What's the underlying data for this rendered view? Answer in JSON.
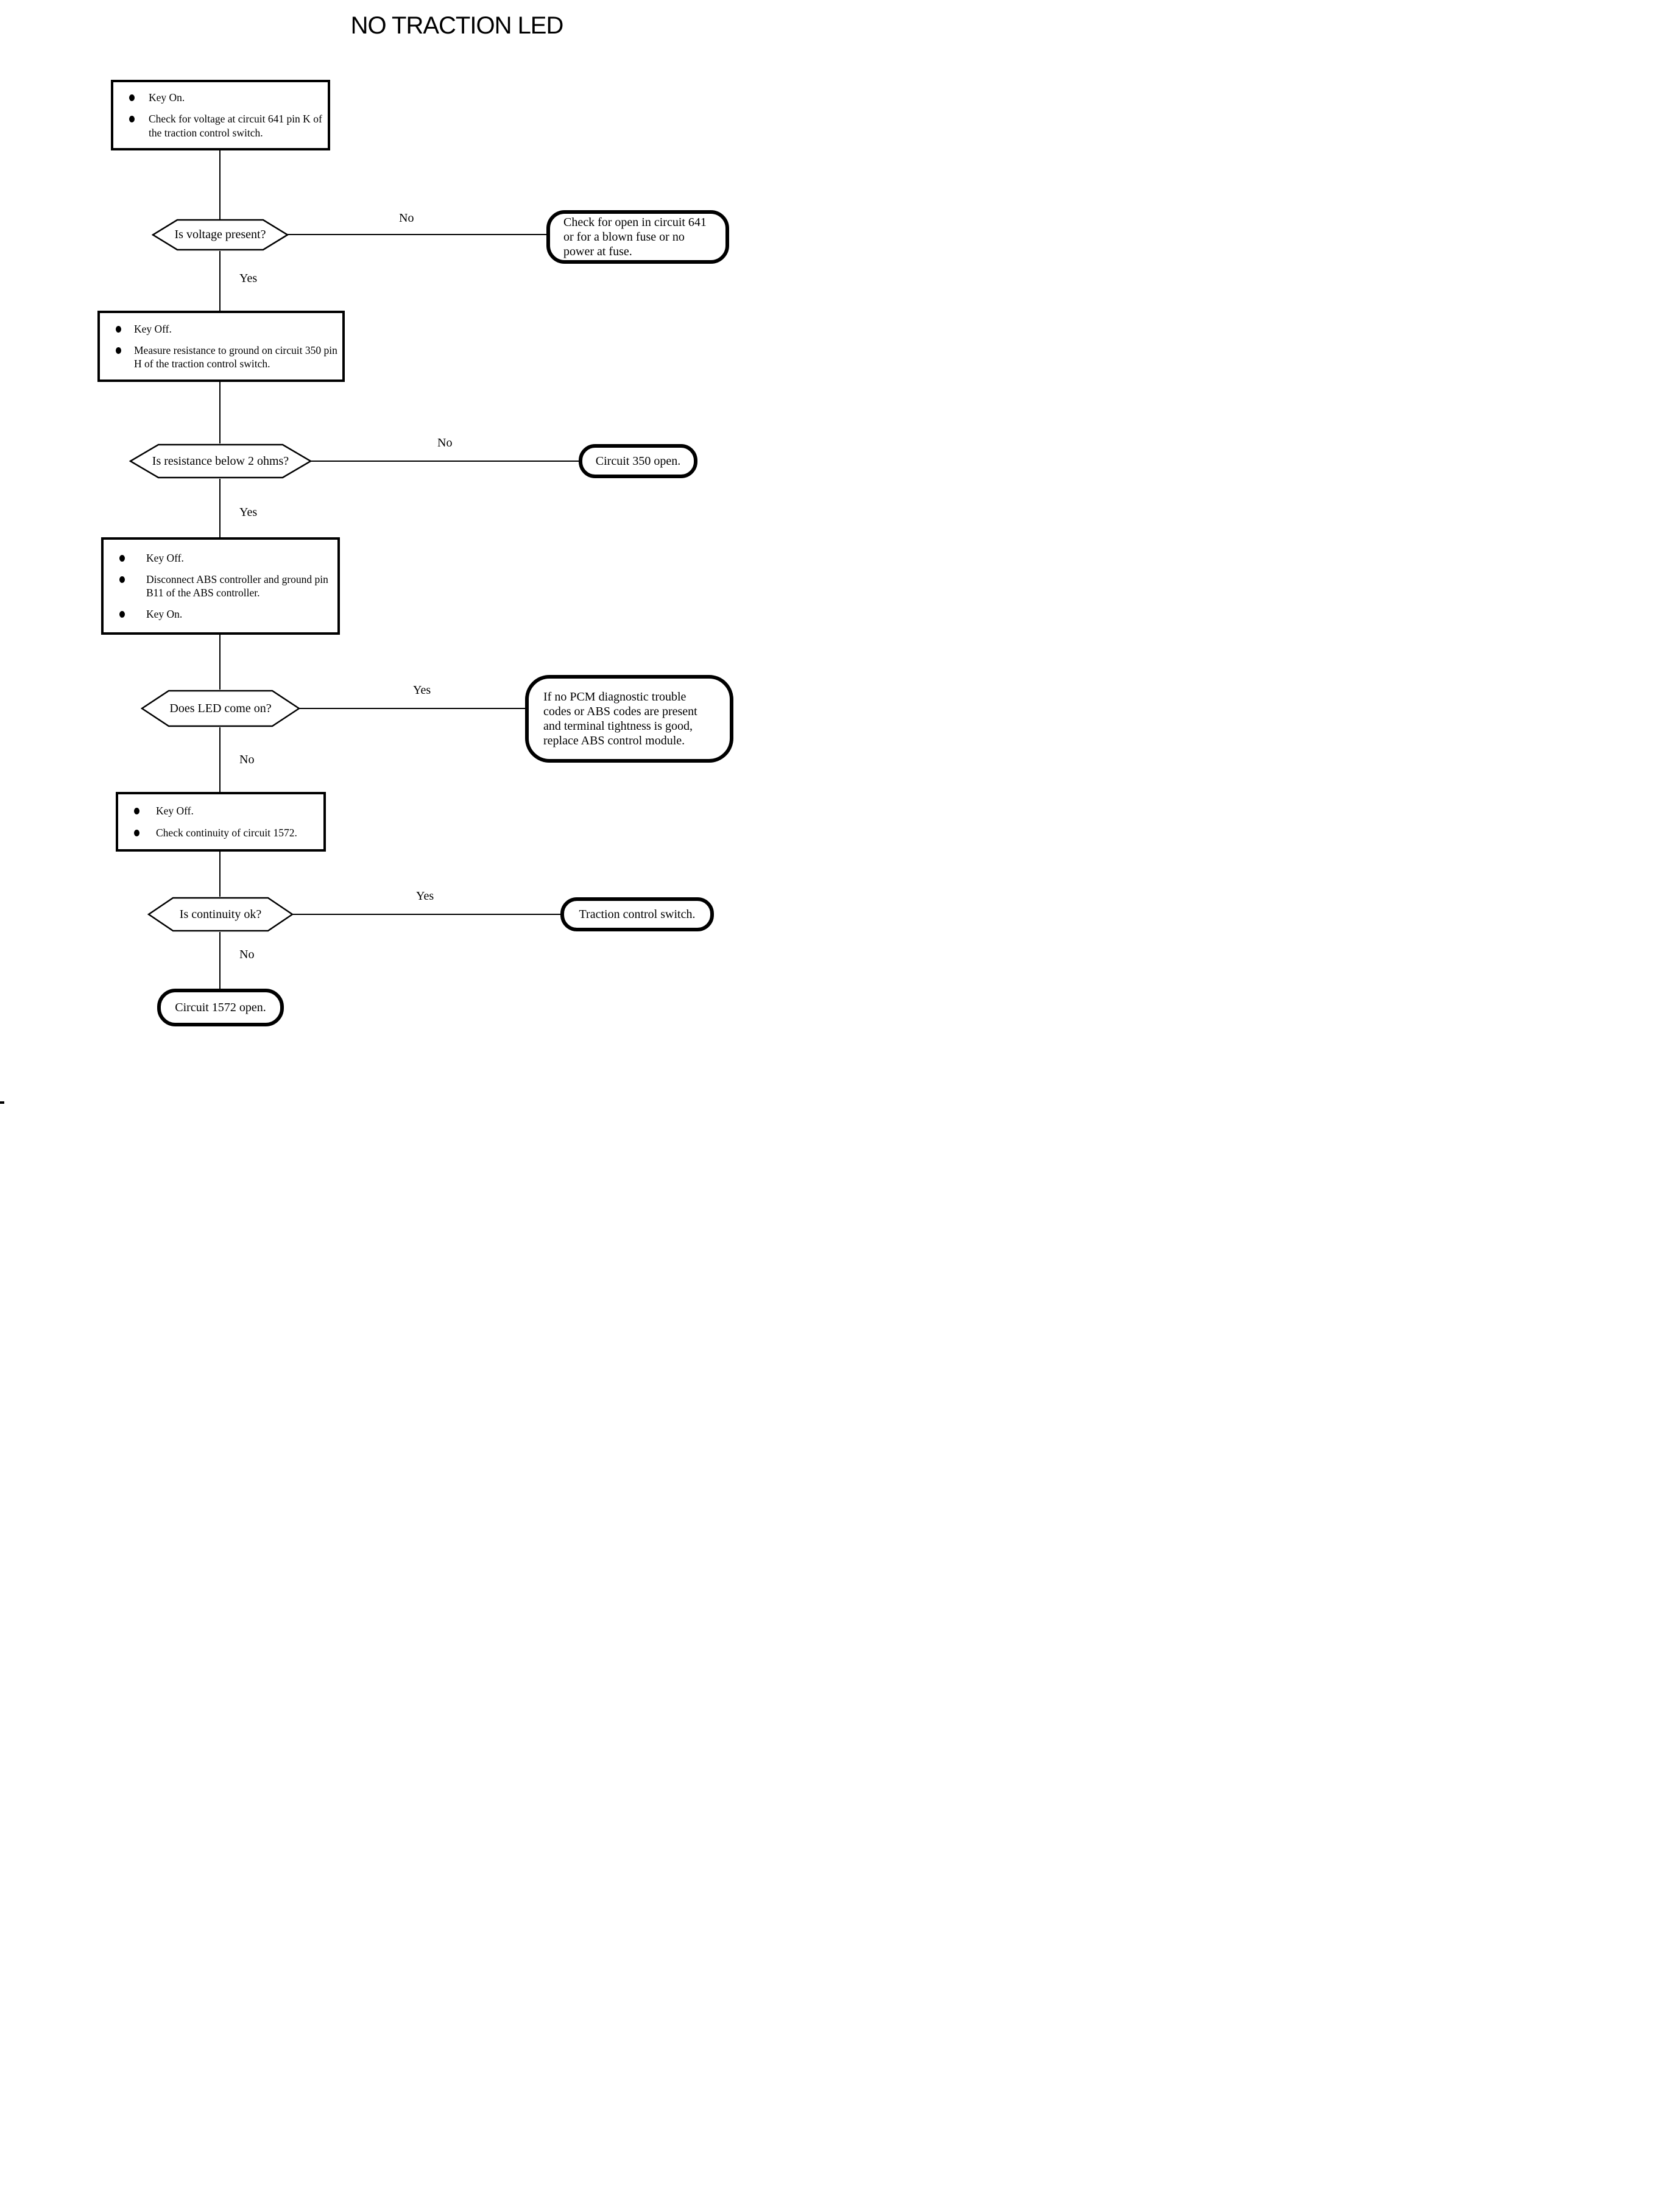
{
  "page": {
    "title": "NO TRACTION LED",
    "ink_color": "#000000",
    "background_color": "#ffffff"
  },
  "flow": {
    "steps": [
      {
        "bullets": [
          "Key On.",
          "Check for voltage at circuit 641 pin K of the traction control switch."
        ]
      },
      {
        "bullets": [
          "Key Off.",
          "Measure resistance to ground on circuit 350 pin H of the traction control switch."
        ]
      },
      {
        "bullets": [
          "Key Off.",
          "Disconnect ABS controller and ground pin B11 of the ABS controller.",
          "Key On."
        ]
      },
      {
        "bullets": [
          "Key Off.",
          "Check continuity of circuit 1572."
        ]
      }
    ],
    "decisions": [
      {
        "question": "Is voltage present?",
        "right_label": "No",
        "down_label": "Yes"
      },
      {
        "question": "Is resistance below 2 ohms?",
        "right_label": "No",
        "down_label": "Yes"
      },
      {
        "question": "Does LED come on?",
        "right_label": "Yes",
        "down_label": "No"
      },
      {
        "question": "Is continuity ok?",
        "right_label": "Yes",
        "down_label": "No"
      }
    ],
    "results": [
      {
        "text": "Check for open in circuit 641 or for a blown fuse or no power at fuse."
      },
      {
        "text": "Circuit 350 open."
      },
      {
        "text": "If no PCM diagnostic trouble codes or ABS codes are present and terminal tightness is good, replace ABS control module."
      },
      {
        "text": "Traction control switch."
      },
      {
        "text": "Circuit 1572 open."
      }
    ]
  }
}
